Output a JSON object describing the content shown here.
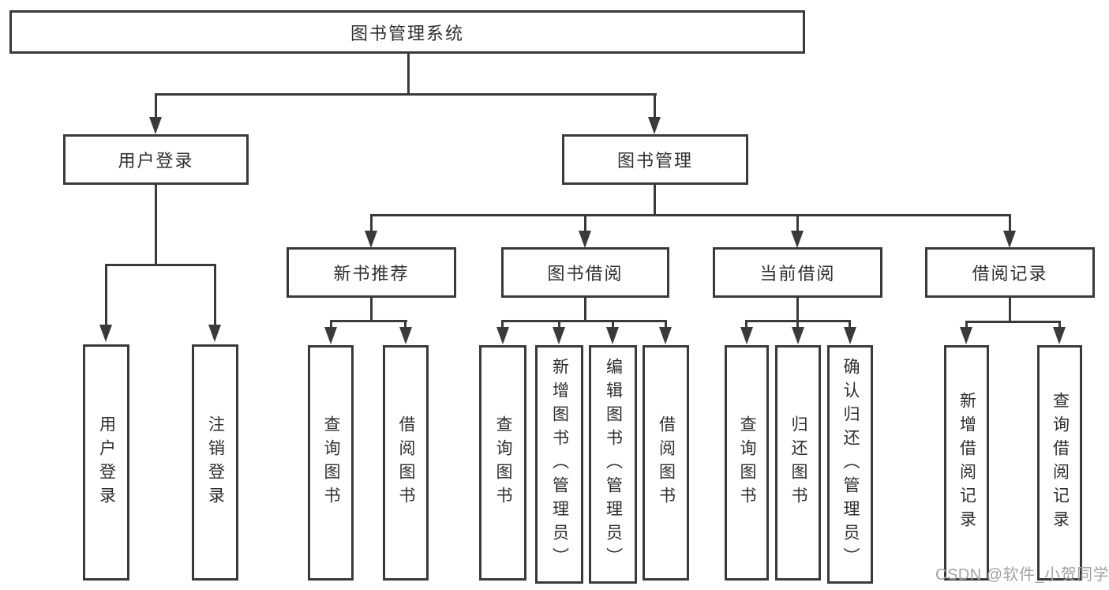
{
  "watermark": "CSDN @软件_小贺同学",
  "colors": {
    "line": "#3a3a3a",
    "text": "#2e2e2e",
    "background": "#ffffff",
    "watermark": "#a3a3a3"
  },
  "tree": {
    "label": "图书管理系统",
    "children": [
      {
        "label": "用户登录",
        "children": [
          {
            "label": "用户登录"
          },
          {
            "label": "注销登录"
          }
        ]
      },
      {
        "label": "图书管理",
        "children": [
          {
            "label": "新书推荐",
            "children": [
              {
                "label": "查询图书"
              },
              {
                "label": "借阅图书"
              }
            ]
          },
          {
            "label": "图书借阅",
            "children": [
              {
                "label": "查询图书"
              },
              {
                "label": "新增图书（管理员）"
              },
              {
                "label": "编辑图书（管理员）"
              },
              {
                "label": "借阅图书"
              }
            ]
          },
          {
            "label": "当前借阅",
            "children": [
              {
                "label": "查询图书"
              },
              {
                "label": "归还图书"
              },
              {
                "label": "确认归还（管理员）"
              }
            ]
          },
          {
            "label": "借阅记录",
            "children": [
              {
                "label": "新增借阅记录"
              },
              {
                "label": "查询借阅记录"
              }
            ]
          }
        ]
      }
    ]
  }
}
